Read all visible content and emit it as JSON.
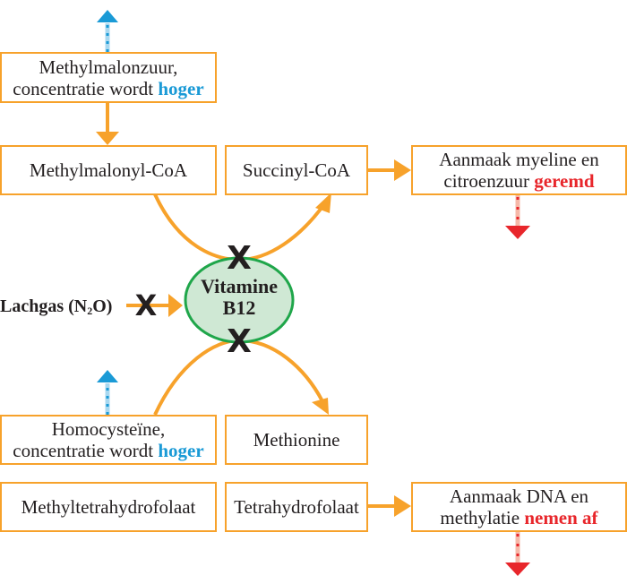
{
  "colors": {
    "box_border": "#f7a22b",
    "arrow": "#f7a22b",
    "increase": "#1a9ad6",
    "decrease": "#e8262b",
    "enzyme_fill": "#cfe8d4",
    "enzyme_border": "#1fa64a",
    "block_mark": "#231f20"
  },
  "boxes": {
    "methylmalonzuur": {
      "line1": "Methylmalonzuur,",
      "line2_prefix": "concentratie wordt ",
      "line2_highlight": "hoger",
      "trend": "up"
    },
    "methylmalonyl_coa": {
      "label": "Methylmalonyl-CoA"
    },
    "succinyl_coa": {
      "label": "Succinyl-CoA"
    },
    "myeline": {
      "line1": "Aanmaak myeline en",
      "line2_prefix": "citroenzuur ",
      "line2_highlight": "geremd",
      "trend": "down"
    },
    "homocysteine": {
      "line1": "Homocysteïne,",
      "line2_prefix": "concentratie wordt ",
      "line2_highlight": "hoger",
      "trend": "up"
    },
    "methionine": {
      "label": "Methionine"
    },
    "methyltetrahydrofolaat": {
      "label": "Methyltetrahydrofolaat"
    },
    "tetrahydrofolaat": {
      "label": "Tetrahydrofolaat"
    },
    "dna": {
      "line1": "Aanmaak DNA en",
      "line2_prefix": "methylatie ",
      "line2_highlight": "nemen af",
      "trend": "down"
    }
  },
  "enzyme": {
    "line1": "Vitamine",
    "line2": "B12"
  },
  "inhibitor": {
    "label_prefix": "Lachgas (N",
    "label_sub": "2",
    "label_suffix": "O)"
  },
  "blocks": [
    "inhibitor-to-vitamine",
    "vitamine-top-reaction",
    "vitamine-bottom-reaction"
  ],
  "block_symbol": "X"
}
